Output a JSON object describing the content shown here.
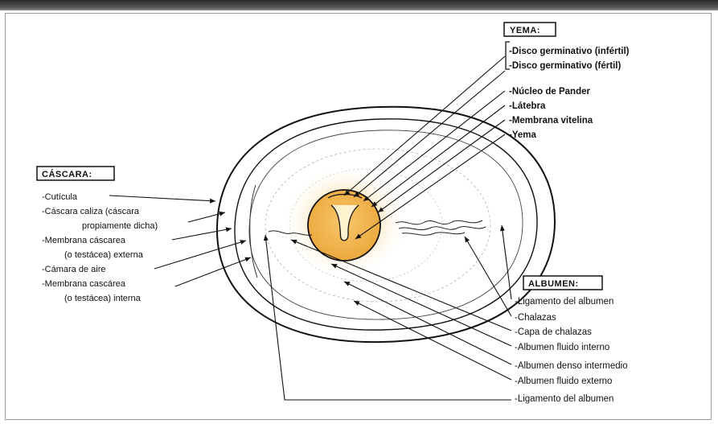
{
  "yema": {
    "title": "YEMA:",
    "items": [
      "-Disco germinativo (infértil)",
      "-Disco germinativo (fértil)",
      "-Núcleo de Pander",
      "-Látebra",
      "-Membrana vitelina",
      "-Yema"
    ]
  },
  "cascara": {
    "title": "CÁSCARA:",
    "lines": [
      "-Cutícula",
      "-Cáscara caliza (cáscara",
      "propiamente dicha)",
      "-Membrana cáscarea",
      "(o testácea) externa",
      "-Cámara de aire",
      "-Membrana cascárea",
      "(o testácea) interna"
    ]
  },
  "albumen": {
    "title": "ALBUMEN:",
    "items": [
      "-Ligamento del albumen",
      "-Chalazas",
      "-Capa de chalazas",
      "-Albumen fluido interno",
      "-Albumen denso intermedio",
      "-Albumen fluido externo",
      "-Ligamento del albumen"
    ]
  },
  "colors": {
    "yolk_center": "#f0b74a",
    "yolk_halo": "#fbe3b0",
    "outline": "#111111"
  }
}
